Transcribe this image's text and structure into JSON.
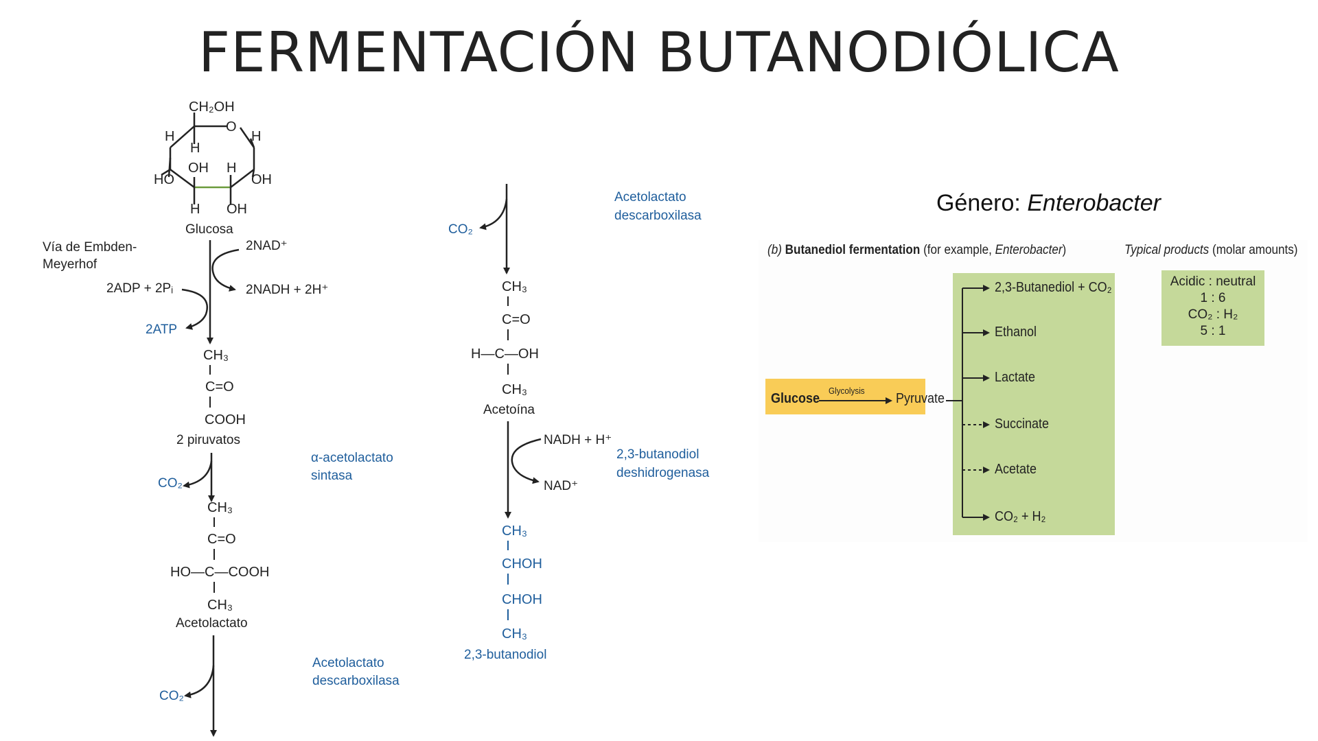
{
  "title": "FERMENTACIÓN BUTANODIÓLICA",
  "pathway": {
    "glucose_structure": {
      "ch2oh": "CH₂OH",
      "o": "O",
      "h1": "H",
      "h2": "H",
      "h3": "H",
      "h4": "H",
      "h5": "H",
      "oh1": "OH",
      "oh2": "OH",
      "oh3": "OH",
      "ho": "HO"
    },
    "glucose_label": "Glucosa",
    "embden_line1": "Vía de Embden-",
    "embden_line2": "Meyerhof",
    "nad": "2NAD⁺",
    "nadh": "2NADH + 2H⁺",
    "adp": "2ADP + 2Pᵢ",
    "atp": "2ATP",
    "pyruvate": {
      "ch3": "CH₃",
      "co": "C=O",
      "cooh": "COOH"
    },
    "pyruvate_label": "2 piruvatos",
    "enzyme_synthase_line1": "α-acetolactato",
    "enzyme_synthase_line2": "sintasa",
    "co2_a": "CO₂",
    "acetolactate": {
      "ch3_top": "CH₃",
      "co": "C=O",
      "middle": "HO—C—COOH",
      "ch3_bottom": "CH₃"
    },
    "acetolactate_label": "Acetolactato",
    "enzyme_decarb_line1": "Acetolactato",
    "enzyme_decarb_line2": "descarboxilasa",
    "co2_b": "CO₂",
    "co2_c": "CO₂",
    "enzyme_decarb2_line1": "Acetolactato",
    "enzyme_decarb2_line2": "descarboxilasa",
    "acetoin": {
      "ch3_top": "CH₃",
      "co": "C=O",
      "middle": "H—C—OH",
      "ch3_bottom": "CH₃"
    },
    "acetoin_label": "Acetoína",
    "nadh2": "NADH + H⁺",
    "nad2": "NAD⁺",
    "enzyme_dh_line1": "2,3-butanodiol",
    "enzyme_dh_line2": "deshidrogenasa",
    "butanediol": {
      "ch3_top": "CH₃",
      "choh1": "CHOH",
      "choh2": "CHOH",
      "ch3_bottom": "CH₃"
    },
    "butanediol_label": "2,3-butanodiol"
  },
  "genus": {
    "prefix": "Género: ",
    "name": "Enterobacter"
  },
  "panel": {
    "heading_letter": "(b)",
    "heading_bold": "Butanediol fermentation",
    "heading_rest": " (for example, ",
    "heading_italic": "Enterobacter",
    "heading_close": ")",
    "typical_italic": "Typical products",
    "typical_rest": " (molar amounts)",
    "glucose": "Glucose",
    "glycolysis": "Glycolysis",
    "pyruvate": "Pyruvate",
    "products": [
      "2,3-Butanediol + CO₂",
      "Ethanol",
      "Lactate",
      "Succinate",
      "Acetate",
      "CO₂ + H₂"
    ],
    "ratios": [
      "Acidic : neutral",
      "1 : 6",
      "CO₂ : H₂",
      "5 : 1"
    ]
  },
  "colors": {
    "blue_text": "#1f5e9c",
    "yellow_box": "#f9cc57",
    "green_box": "#c5d99a"
  }
}
